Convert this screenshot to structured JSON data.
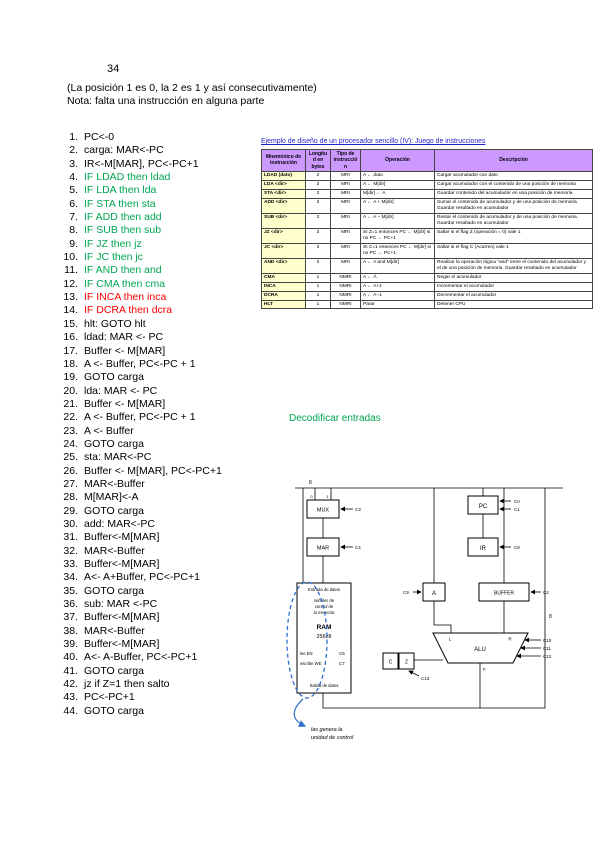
{
  "colors": {
    "list_green": "#00a651",
    "list_red": "#ff0000",
    "table_title_blue": "#2323cc",
    "table_header_purple": "#cc99ff",
    "mnemonic_yellow": "#ffffcc",
    "annotation_blue": "#2f6fd0"
  },
  "page": {
    "page_number": "34",
    "line1": "(La posición 1 es 0, la 2 es 1 y así consecutivamente)",
    "line2": "Nota: falta una instrucción en alguna parte"
  },
  "microprogram": {
    "items": [
      {
        "n": "1.",
        "t": "PC<-0"
      },
      {
        "n": "2.",
        "t": "carga: MAR<-PC"
      },
      {
        "n": "3.",
        "t": "IR<-M[MAR], PC<-PC+1"
      },
      {
        "n": "4.",
        "t": "IF LDAD then ldad",
        "c": "g"
      },
      {
        "n": "5.",
        "t": "IF LDA then lda",
        "c": "g"
      },
      {
        "n": "6.",
        "t": "IF STA then sta",
        "c": "g"
      },
      {
        "n": "7.",
        "t": "IF ADD then add",
        "c": "g"
      },
      {
        "n": "8.",
        "t": "IF SUB then sub",
        "c": "g"
      },
      {
        "n": "9.",
        "t": "IF JZ then jz",
        "c": "g"
      },
      {
        "n": "10.",
        "t": "IF JC then jc",
        "c": "g"
      },
      {
        "n": "11.",
        "t": "IF AND then and",
        "c": "g"
      },
      {
        "n": "12.",
        "t": "IF CMA then cma",
        "c": "g"
      },
      {
        "n": "13.",
        "t": "IF INCA then inca",
        "c": "r"
      },
      {
        "n": "14.",
        "t": "IF DCRA then dcra",
        "c": "r"
      },
      {
        "n": "15.",
        "t": "hlt: GOTO hlt"
      },
      {
        "n": "16.",
        "t": "ldad: MAR <- PC"
      },
      {
        "n": "17.",
        "t": "Buffer <- M[MAR]"
      },
      {
        "n": "18.",
        "t": "A <- Buffer, PC<-PC + 1"
      },
      {
        "n": "19.",
        "t": "GOTO carga"
      },
      {
        "n": "20.",
        "t": "lda: MAR <- PC"
      },
      {
        "n": "21.",
        "t": "Buffer <- M[MAR]"
      },
      {
        "n": "22.",
        "t": "A <- Buffer, PC<-PC + 1"
      },
      {
        "n": "23.",
        "t": "A <- Buffer"
      },
      {
        "n": "24.",
        "t": "GOTO carga"
      },
      {
        "n": "25.",
        "t": "sta: MAR<-PC"
      },
      {
        "n": "26.",
        "t": "Buffer <- M[MAR], PC<-PC+1"
      },
      {
        "n": "27.",
        "t": "MAR<-Buffer"
      },
      {
        "n": "28.",
        "t": "M[MAR]<-A"
      },
      {
        "n": "29.",
        "t": "GOTO carga"
      },
      {
        "n": "30.",
        "t": "add: MAR<-PC"
      },
      {
        "n": "31.",
        "t": "Buffer<-M[MAR]"
      },
      {
        "n": "32.",
        "t": "MAR<-Buffer"
      },
      {
        "n": "33.",
        "t": "Buffer<-M[MAR]"
      },
      {
        "n": "34.",
        "t": "A<- A+Buffer, PC<-PC+1"
      },
      {
        "n": "35.",
        "t": "GOTO carga"
      },
      {
        "n": "36.",
        "t": "sub: MAR <-PC"
      },
      {
        "n": "37.",
        "t": "Buffer<-M[MAR]"
      },
      {
        "n": "38.",
        "t": "MAR<-Buffer"
      },
      {
        "n": "39.",
        "t": "Buffer<-M[MAR]"
      },
      {
        "n": "40.",
        "t": "A<- A-Buffer, PC<-PC+1"
      },
      {
        "n": "41.",
        "t": "GOTO carga"
      },
      {
        "n": "42.",
        "t": "jz if Z=1 then salto"
      },
      {
        "n": "43.",
        "t": "PC<-PC+1"
      },
      {
        "n": "44.",
        "t": "GOTO carga"
      }
    ]
  },
  "table": {
    "title": "Ejemplo de diseño de un procesador sencillo (IV): Juego de instrucciones",
    "headers": [
      "Mnemónico de instrucción",
      "Longitud en bytes",
      "Tipo de instrucción",
      "Operación",
      "Descripción"
    ],
    "rows": [
      [
        "LDAD (dato)",
        "2",
        "MRI",
        "A ← dato",
        "Cargar acumulador con dato"
      ],
      [
        "LDA <dir>",
        "2",
        "MRI",
        "A ← M[dir]",
        "Cargar acumulador con el contenido de una posición de memoria"
      ],
      [
        "STA <dir>",
        "2",
        "MRI",
        "M[dir] ← A",
        "Guardar contenido del acumulador en una posición de memoria"
      ],
      [
        "ADD <dir>",
        "2",
        "MRI",
        "A ← A + M[dir]",
        "Sumar el contenido de acumulador y de una posición de memoria. Guardar resultado en acumulador"
      ],
      [
        "SUB <dir>",
        "2",
        "MRI",
        "A ← A − M[dir]",
        "Restar el contenido de acumulador y de una posición de memoria. Guardar resultado en acumulador"
      ],
      [
        "JZ <dir>",
        "2",
        "MRI",
        "SI Z=1 entonces PC ← M[dir] si no PC ← PC+1",
        "Saltar si el flag Z (operación = 0) vale 1"
      ],
      [
        "JC <dir>",
        "2",
        "MRI",
        "SI C=1 entonces PC ← M[dir] si no PC ← PC+1",
        "Saltar si el flag C (Acarreo) vale 1"
      ],
      [
        "AND <dir>",
        "2",
        "MRI",
        "A ← A and M[dir]",
        "Realizar la operación lógica \"and\" entre el contenido del acumulador y el de una posición de memoria. Guardar resultado en acumulador"
      ],
      [
        "CMA",
        "1",
        "NMRI",
        "A ← Ā",
        "Negar el acumulador"
      ],
      [
        "INCA",
        "1",
        "NMRI",
        "A ← A+1",
        "Incrementar el acumulador"
      ],
      [
        "DCRA",
        "1",
        "NMRI",
        "A ← A−1",
        "Decrementar el acumulador"
      ],
      [
        "HLT",
        "1",
        "NMRI",
        "Parar",
        "Detener CPU"
      ]
    ]
  },
  "decode_label": "Decodificar entradas",
  "diagram": {
    "labels": {
      "bus8_top": "8",
      "bus8_right": "8",
      "mux_in0": "0",
      "mux_in1": "1",
      "mux": "MUX",
      "pc": "PC",
      "mar": "MAR",
      "ir": "IR",
      "a": "A",
      "buffer": "BUFFER",
      "alu": "ALU",
      "alu_l": "L",
      "alu_r": "R",
      "alu_f": "F",
      "flag_c": "C",
      "flag_z": "Z",
      "ram_in": "Entrada de datos",
      "ram_name": "RAM",
      "ram_size": "256x8",
      "ram_en": "lee  EN",
      "ram_we": "escribe WE",
      "ram_out": "Salida de datos",
      "c0": "C0",
      "c1": "C1",
      "c2": "C2",
      "c3": "C3",
      "c4": "C4",
      "c6": "C6",
      "c7": "C7",
      "c8": "C8",
      "c9": "C9",
      "c10": "C10",
      "c11": "C11",
      "c12": "C12",
      "c13": "C13"
    },
    "annotations": {
      "ram_note1": "señales de",
      "ram_note2": "control de",
      "ram_note3": "la memoria",
      "bottom1": "las genera la",
      "bottom2": "unidad de control"
    }
  }
}
